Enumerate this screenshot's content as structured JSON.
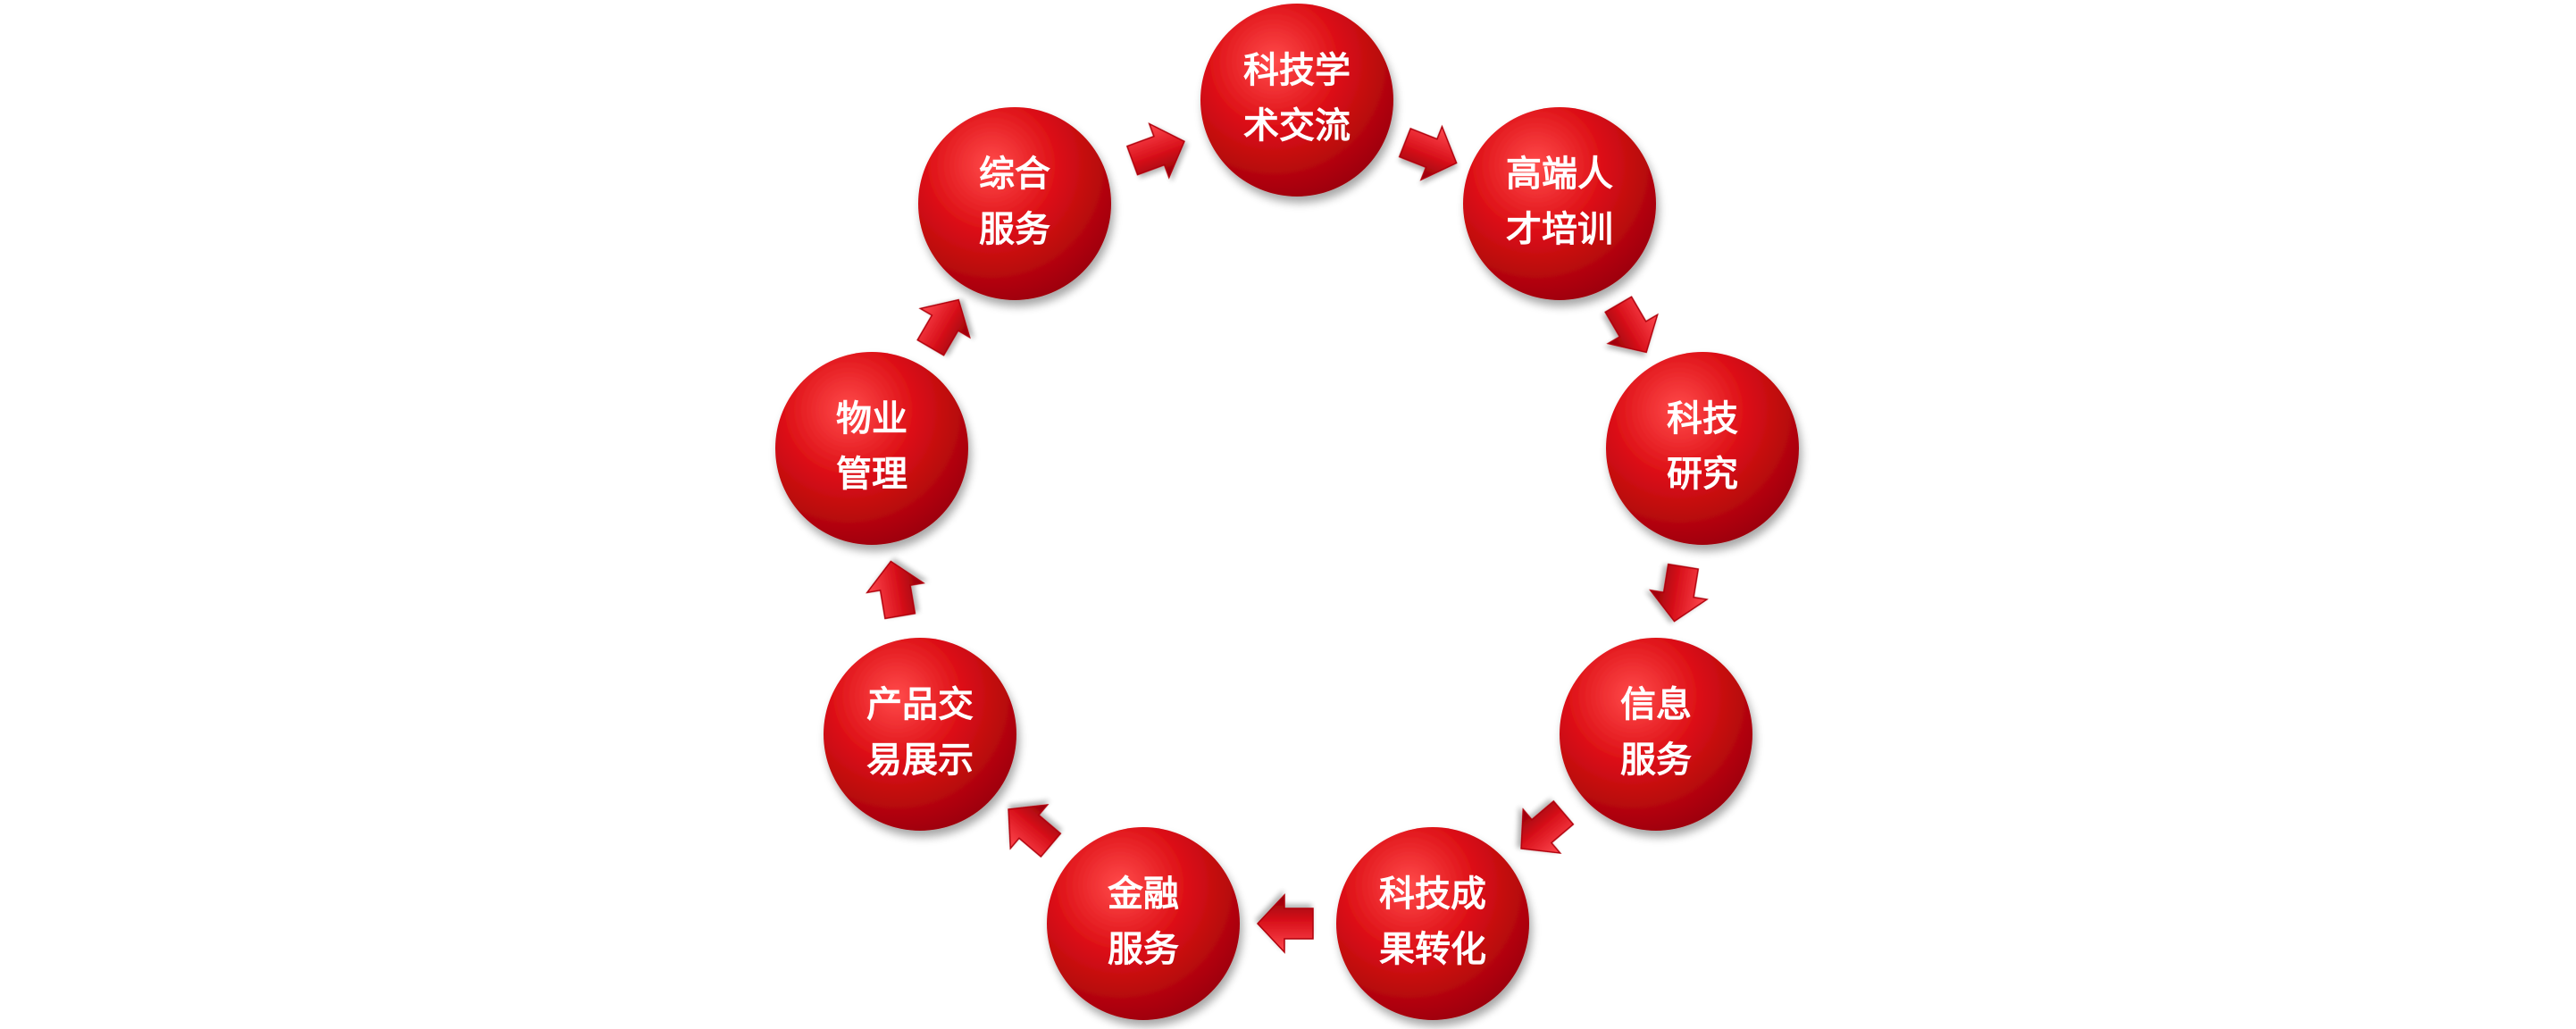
{
  "diagram": {
    "type": "cycle",
    "colors": {
      "node_fill": "#d7121a",
      "node_highlight": "#ff5a5a",
      "node_shadow": "#7a0000",
      "arrow_fill": "#e0141c",
      "text": "#ffffff"
    },
    "nodes": [
      {
        "id": "n1",
        "lines": [
          "科技学",
          "术交流"
        ]
      },
      {
        "id": "n2",
        "lines": [
          "高端人",
          "才培训"
        ]
      },
      {
        "id": "n3",
        "lines": [
          "科技",
          "研究"
        ]
      },
      {
        "id": "n4",
        "lines": [
          "信息",
          "服务"
        ]
      },
      {
        "id": "n5",
        "lines": [
          "科技成",
          "果转化"
        ]
      },
      {
        "id": "n6",
        "lines": [
          "金融",
          "服务"
        ]
      },
      {
        "id": "n7",
        "lines": [
          "产品交",
          "易展示"
        ]
      },
      {
        "id": "n8",
        "lines": [
          "物业",
          "管理"
        ]
      },
      {
        "id": "n9",
        "lines": [
          "综合",
          "服务"
        ]
      }
    ],
    "flow": "clockwise",
    "arrow_icon": "chevron-arrow-icon"
  }
}
